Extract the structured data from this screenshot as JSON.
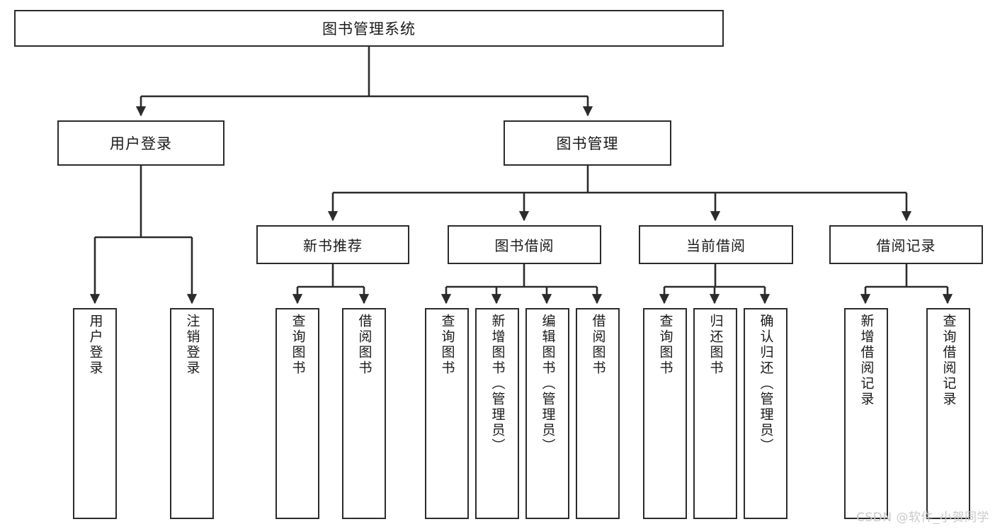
{
  "diagram": {
    "title": "图书管理系统",
    "watermark": "CSDN @软件_小贺同学",
    "line_color": "#2b2b2b",
    "box_fill": "#ffffff",
    "text_color": "#1a1a1a",
    "watermark_color": "#c9c9c9"
  },
  "nodes": {
    "root": {
      "label": "图书管理系统"
    },
    "level2": [
      {
        "id": "user-login",
        "label": "用户登录"
      },
      {
        "id": "book-management",
        "label": "图书管理"
      }
    ],
    "level3": [
      {
        "id": "new-book-recommend",
        "label": "新书推荐"
      },
      {
        "id": "book-borrow",
        "label": "图书借阅"
      },
      {
        "id": "current-borrow",
        "label": "当前借阅"
      },
      {
        "id": "borrow-record",
        "label": "借阅记录"
      }
    ],
    "leaves": {
      "user_login": [
        {
          "id": "leaf-user-login",
          "label": "用户登录"
        },
        {
          "id": "leaf-logout-login",
          "label": "注销登录"
        }
      ],
      "new_book_recommend": [
        {
          "id": "leaf-query-book-1",
          "label": "查询图书"
        },
        {
          "id": "leaf-borrow-book-1",
          "label": "借阅图书"
        }
      ],
      "book_borrow": [
        {
          "id": "leaf-query-book-2",
          "label": "查询图书"
        },
        {
          "id": "leaf-add-book",
          "label": "新增图书（管理员）"
        },
        {
          "id": "leaf-edit-book",
          "label": "编辑图书（管理员）"
        },
        {
          "id": "leaf-borrow-book-2",
          "label": "借阅图书"
        }
      ],
      "current_borrow": [
        {
          "id": "leaf-query-book-3",
          "label": "查询图书"
        },
        {
          "id": "leaf-return-book",
          "label": "归还图书"
        },
        {
          "id": "leaf-confirm-return",
          "label": "确认归还（管理员）"
        }
      ],
      "borrow_record": [
        {
          "id": "leaf-add-record",
          "label": "新增借阅记录"
        },
        {
          "id": "leaf-query-record",
          "label": "查询借阅记录"
        }
      ]
    }
  }
}
